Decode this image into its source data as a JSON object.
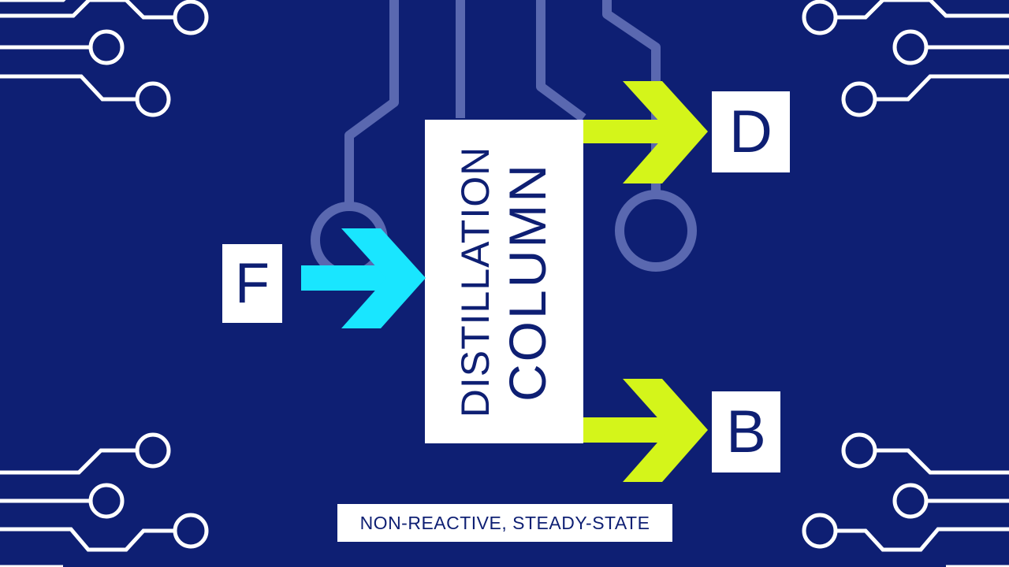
{
  "diagram": {
    "feed_label": "F",
    "distillate_label": "D",
    "bottoms_label": "B",
    "column_line1": "DISTILLATION",
    "column_line2": "COLUMN",
    "caption": "NON-REACTIVE, STEADY-STATE"
  },
  "colors": {
    "background": "#0e1f73",
    "feed_arrow": "#19e6ff",
    "product_arrows": "#d4f51a",
    "circuit_white": "#ffffff",
    "circuit_faded": "#5a68b0"
  }
}
